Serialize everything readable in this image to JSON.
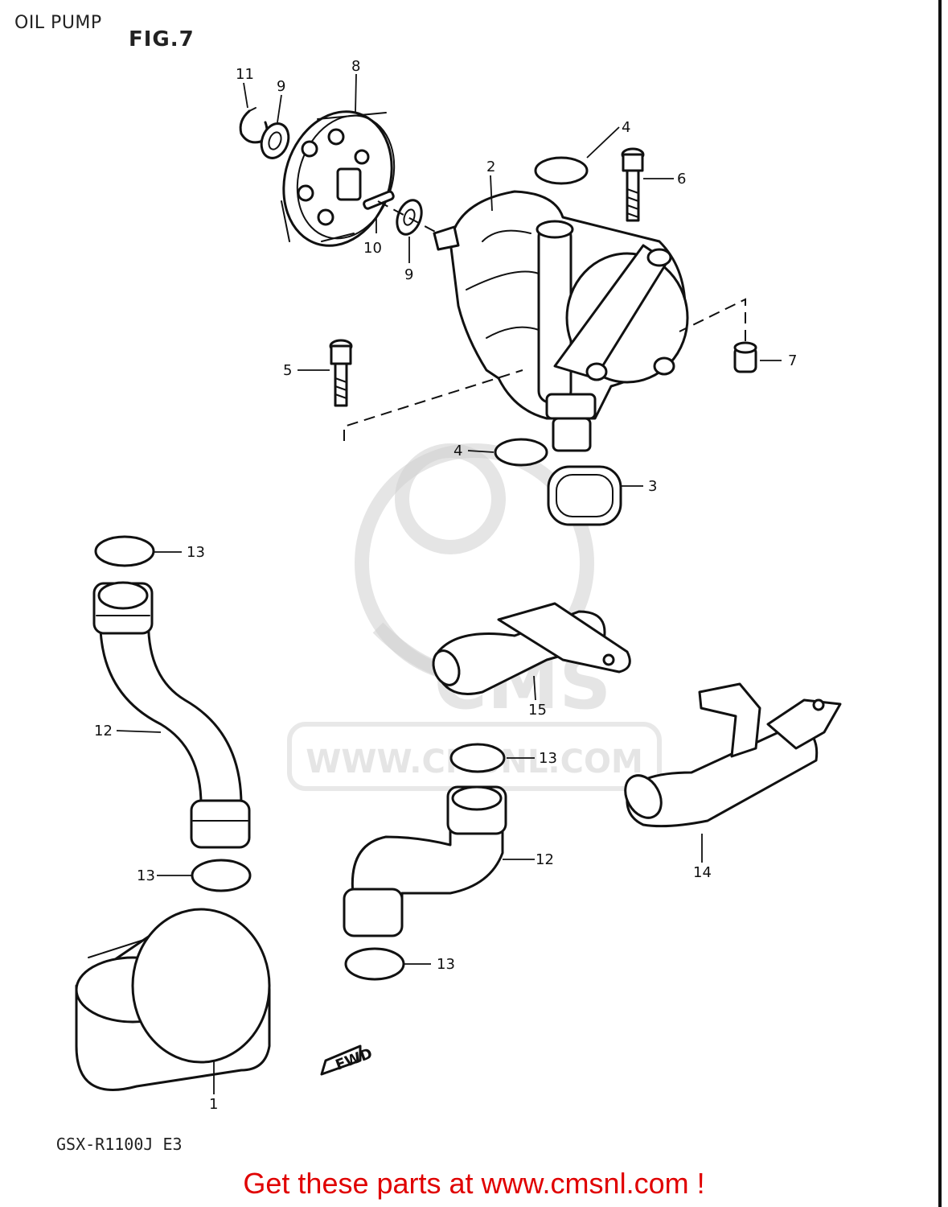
{
  "header": {
    "title": "OIL PUMP",
    "figure": "FIG.7"
  },
  "footer": {
    "model": "GSX-R1100J  E3",
    "promo": "Get these parts at www.cmsnl.com !"
  },
  "watermark": {
    "text": "WWW.CMSNL.COM",
    "logo_text": "CMS"
  },
  "diagram": {
    "fwd_label": "FWD",
    "callouts": [
      {
        "id": "c11",
        "number": "11"
      },
      {
        "id": "c9a",
        "number": "9"
      },
      {
        "id": "c8",
        "number": "8"
      },
      {
        "id": "c10",
        "number": "10"
      },
      {
        "id": "c9b",
        "number": "9"
      },
      {
        "id": "c2",
        "number": "2"
      },
      {
        "id": "c4a",
        "number": "4"
      },
      {
        "id": "c6",
        "number": "6"
      },
      {
        "id": "c5",
        "number": "5"
      },
      {
        "id": "c7",
        "number": "7"
      },
      {
        "id": "c4b",
        "number": "4"
      },
      {
        "id": "c3",
        "number": "3"
      },
      {
        "id": "c13a",
        "number": "13"
      },
      {
        "id": "c12a",
        "number": "12"
      },
      {
        "id": "c15",
        "number": "15"
      },
      {
        "id": "c13b",
        "number": "13"
      },
      {
        "id": "c13c",
        "number": "13"
      },
      {
        "id": "c12b",
        "number": "12"
      },
      {
        "id": "c14",
        "number": "14"
      },
      {
        "id": "c13d",
        "number": "13"
      },
      {
        "id": "c1",
        "number": "1"
      }
    ]
  },
  "colors": {
    "ink": "#111111",
    "promo": "#e00000",
    "watermark": "#d0d0d0"
  }
}
